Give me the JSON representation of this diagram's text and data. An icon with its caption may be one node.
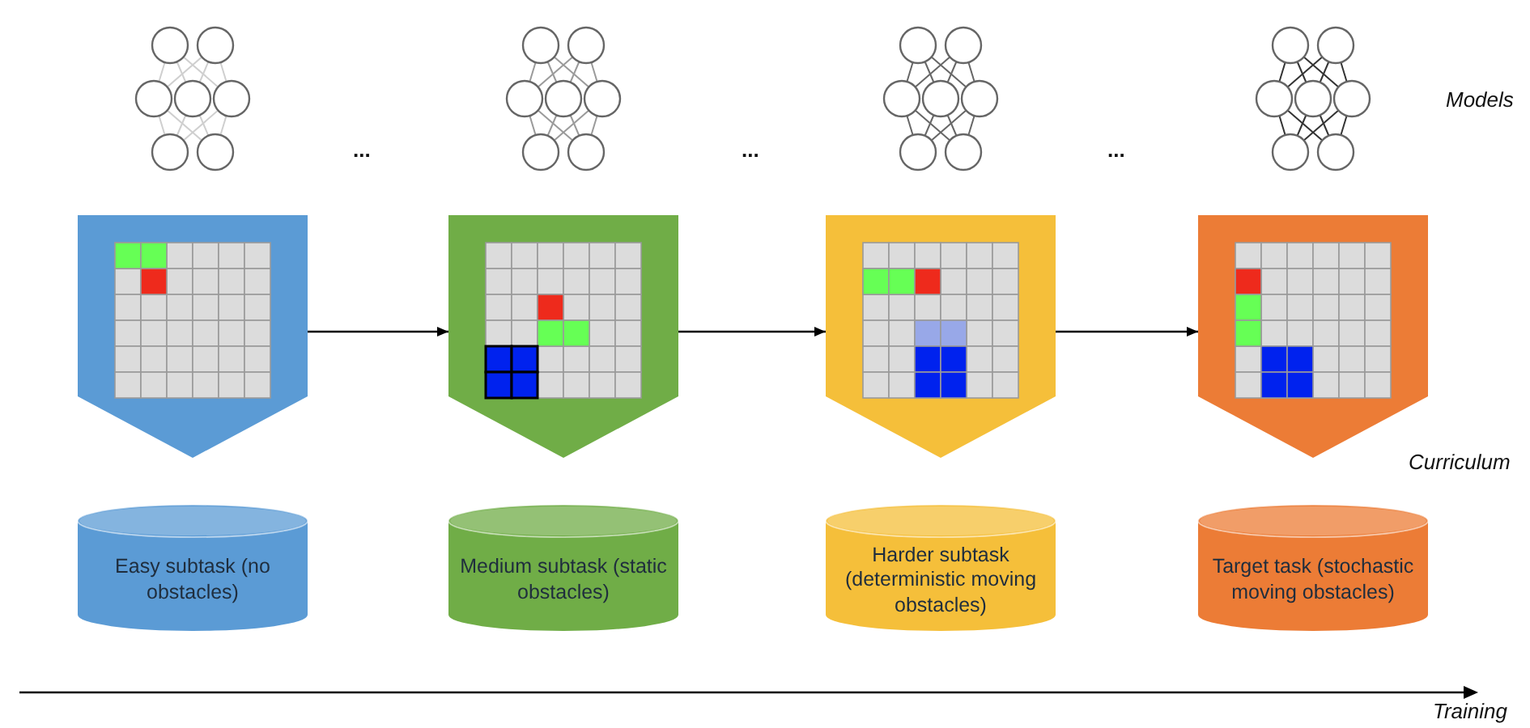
{
  "diagram": {
    "nodes": [
      {
        "text": [],
        "shape": "pentagon"
      },
      {
        "text": [],
        "shape": "pentagon"
      },
      {
        "text": [],
        "shape": "pentagon"
      },
      {
        "text": [],
        "shape": "pentagon"
      },
      {
        "text": [
          "Easy subtask (no obstacles)"
        ]
      },
      {
        "text": [
          "Medium subtask (static obstacles)"
        ]
      },
      {
        "text": [
          "Harder subtask (deterministic moving obstacles)"
        ]
      },
      {
        "text": [
          "Target task (stochastic moving obstacles)"
        ]
      }
    ],
    "edges": [
      {
        "from": 0,
        "to": 1,
        "arrow": "to"
      },
      {
        "from": 1,
        "to": 2,
        "arrow": "to"
      },
      {
        "from": 2,
        "to": 3,
        "arrow": "to"
      }
    ],
    "labels": [
      "...",
      "...",
      "...",
      "Models",
      "Curriculum",
      "Training"
    ]
  }
}
